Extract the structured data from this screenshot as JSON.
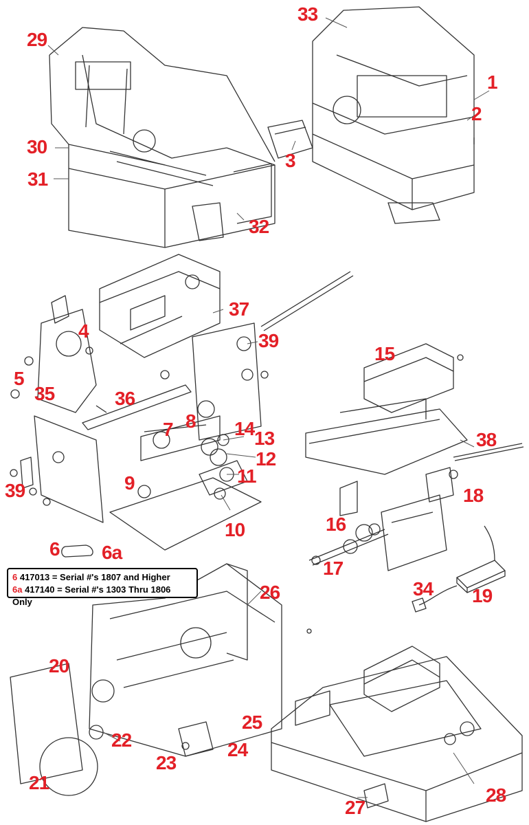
{
  "callouts": {
    "c1": "1",
    "c2": "2",
    "c3": "3",
    "c4": "4",
    "c5": "5",
    "c6": "6",
    "c6a": "6a",
    "c7": "7",
    "c8": "8",
    "c9": "9",
    "c10": "10",
    "c11": "11",
    "c12": "12",
    "c13": "13",
    "c14": "14",
    "c15": "15",
    "c16": "16",
    "c17": "17",
    "c18": "18",
    "c19": "19",
    "c20": "20",
    "c21": "21",
    "c22": "22",
    "c23": "23",
    "c24": "24",
    "c25": "25",
    "c26": "26",
    "c27": "27",
    "c28": "28",
    "c29": "29",
    "c30": "30",
    "c31": "31",
    "c32": "32",
    "c33": "33",
    "c34": "34",
    "c35": "35",
    "c36": "36",
    "c37": "37",
    "c38": "38",
    "c39a": "39",
    "c39b": "39"
  },
  "legend": {
    "row1_ref": "6",
    "row1_text": " 417013 = Serial #'s 1807 and Higher",
    "row2_ref": "6a",
    "row2_text": " 417140 = Serial #'s 1303 Thru 1806 Only"
  },
  "colors": {
    "callout": "#e32027",
    "line_art": "#333333"
  }
}
